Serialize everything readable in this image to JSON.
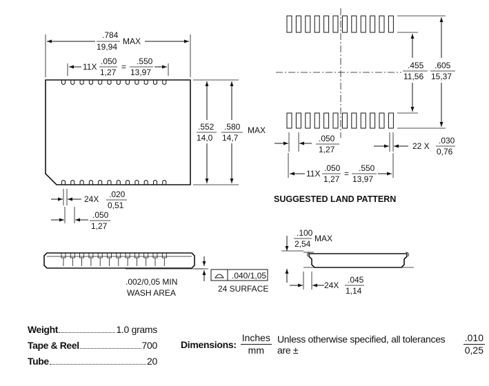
{
  "top_view": {
    "width_in": ".784",
    "width_mm": "19,94",
    "width_suffix": "MAX",
    "pitch_count": "11X",
    "pitch_in": ".050",
    "pitch_mm": "1,27",
    "eq": "=",
    "span_in": ".550",
    "span_mm": "13,97",
    "height_in": ".552",
    "height_mm": "14,0",
    "height_max_in": ".580",
    "height_max_mm": "14,7",
    "height_max_suffix": "MAX",
    "lead_count": "24X",
    "lead_in": ".020",
    "lead_mm": "0,51",
    "lead_pitch_in": ".050",
    "lead_pitch_mm": "1,27"
  },
  "land_pattern": {
    "title": "SUGGESTED LAND PATTERN",
    "inner_in": ".455",
    "inner_mm": "11,56",
    "outer_in": ".605",
    "outer_mm": "15,37",
    "pad_pitch_in": ".050",
    "pad_pitch_mm": "1,27",
    "pad_count": "22 X",
    "pad_w_in": ".030",
    "pad_w_mm": "0,76",
    "pitch_count": "11X",
    "pitch_in": ".050",
    "pitch_mm": "1,27",
    "eq": "=",
    "span_in": ".550",
    "span_mm": "13,97"
  },
  "side_view": {
    "wash_line1": ".002/0,05 MIN",
    "wash_line2": "WASH AREA",
    "flatness": ".040/1,05",
    "surface": "24 SURFACE"
  },
  "end_view": {
    "height_in": ".100",
    "height_mm": "2,54",
    "height_suffix": "MAX",
    "lead_count": "24X",
    "lead_in": ".045",
    "lead_mm": "1,14"
  },
  "specs": {
    "weight_label": "Weight",
    "weight_value": "1.0 grams",
    "tape_label": "Tape & Reel",
    "tape_value": "700",
    "tube_label": "Tube",
    "tube_value": "20"
  },
  "dimensions": {
    "label": "Dimensions:",
    "unit_num": "Inches",
    "unit_den": "mm",
    "note": "Unless otherwise specified, all tolerances are ±",
    "tol_in": ".010",
    "tol_mm": "0,25"
  }
}
